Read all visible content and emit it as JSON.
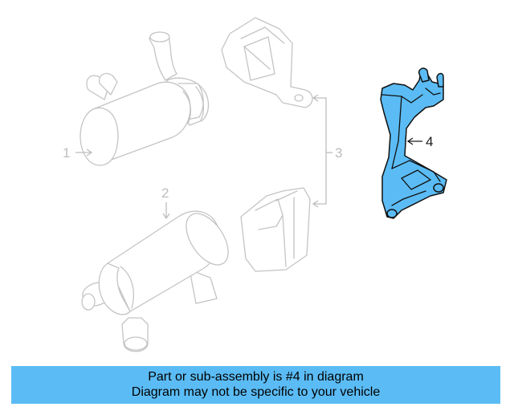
{
  "callouts": {
    "part1": "1",
    "part2": "2",
    "part3": "3",
    "part4": "4"
  },
  "highlight_color": "#5bbcf5",
  "banner": {
    "line1": "Part or sub-assembly is #4 in diagram",
    "line2": "Diagram may not be specific to your vehicle"
  }
}
